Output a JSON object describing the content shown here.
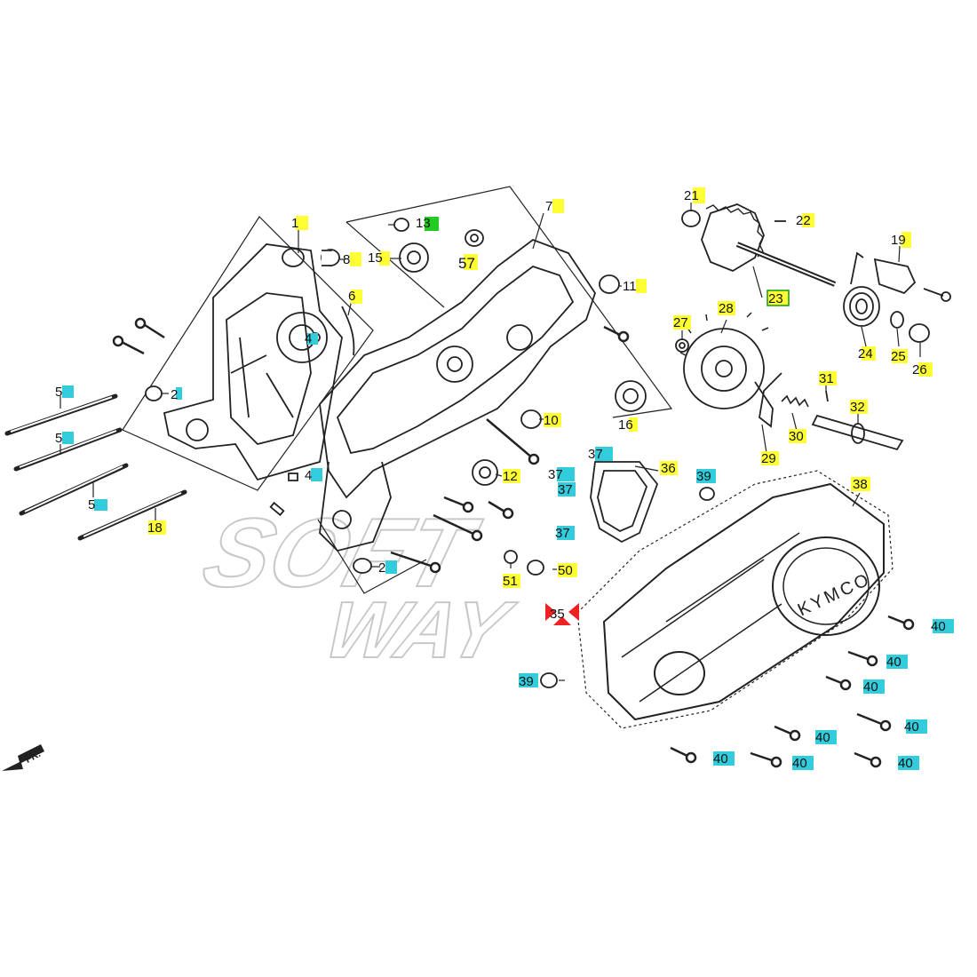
{
  "colors": {
    "yellow_highlight": "#ffff33",
    "cyan_highlight": "#33ccdd",
    "green_highlight": "#22cc22",
    "red_marker": "#ee2222",
    "line": "#222222",
    "watermark": "#c8c8c8"
  },
  "watermark": {
    "line1": "SOFT",
    "line2": "WAY"
  },
  "brand": "KYMCO",
  "direction": "FR.",
  "callouts": {
    "c1": "1",
    "c2a": "2",
    "c2b": "2",
    "c4a": "4",
    "c4b": "4",
    "c5a": "5",
    "c5b": "5",
    "c5c": "5",
    "c6": "6",
    "c7": "7",
    "c8": "8",
    "c10": "10",
    "c11": "11",
    "c12": "12",
    "c13": "13",
    "c15": "15",
    "c16": "16",
    "c18": "18",
    "c19": "19",
    "c21": "21",
    "c22": "22",
    "c23": "23",
    "c24": "24",
    "c25": "25",
    "c26": "26",
    "c27": "27",
    "c28": "28",
    "c29": "29",
    "c30": "30",
    "c31": "31",
    "c32": "32",
    "c35": "35",
    "c36": "36",
    "c37a": "37",
    "c37b": "37",
    "c37c": "37",
    "c37d": "37",
    "c38": "38",
    "c39a": "39",
    "c39b": "39",
    "c40a": "40",
    "c40b": "40",
    "c40c": "40",
    "c40d": "40",
    "c40e": "40",
    "c40f": "40",
    "c40g": "40",
    "c50": "50",
    "c51": "51",
    "c57": "57"
  }
}
